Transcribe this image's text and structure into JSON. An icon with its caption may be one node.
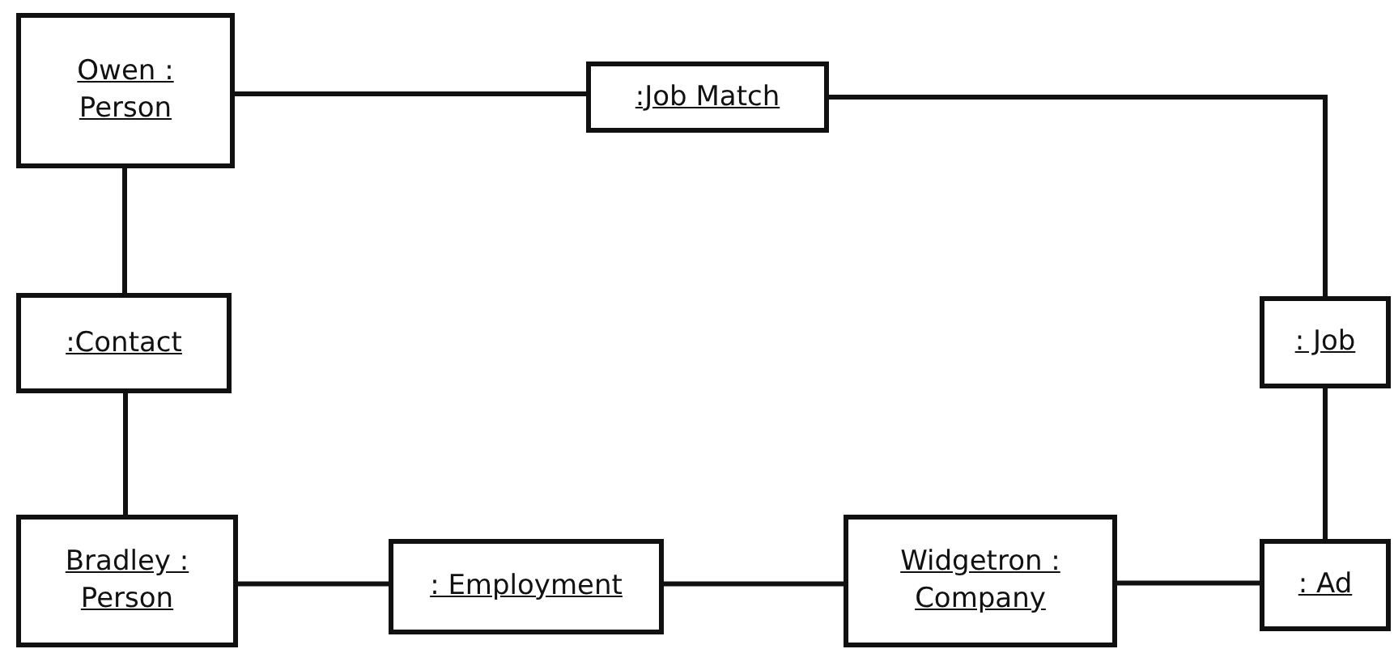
{
  "diagram": {
    "nodes": [
      {
        "text": [
          "Owen : Person"
        ]
      },
      {
        "text": [
          ":Job Match"
        ]
      },
      {
        "text": [
          ":Contact"
        ]
      },
      {
        "text": [
          ": Job"
        ]
      },
      {
        "text": [
          "Bradley : Person"
        ]
      },
      {
        "text": [
          ": Employment"
        ]
      },
      {
        "text": [
          "Widgetron : Company"
        ]
      },
      {
        "text": [
          ": Ad"
        ]
      }
    ],
    "edges": [
      {
        "from": 0,
        "to": 1,
        "arrow": "none"
      },
      {
        "from": 1,
        "to": 3,
        "arrow": "none"
      },
      {
        "from": 0,
        "to": 2,
        "arrow": "none"
      },
      {
        "from": 2,
        "to": 4,
        "arrow": "none"
      },
      {
        "from": 3,
        "to": 7,
        "arrow": "none"
      },
      {
        "from": 4,
        "to": 5,
        "arrow": "none"
      },
      {
        "from": 5,
        "to": 6,
        "arrow": "none"
      },
      {
        "from": 6,
        "to": 7,
        "arrow": "none"
      }
    ]
  }
}
